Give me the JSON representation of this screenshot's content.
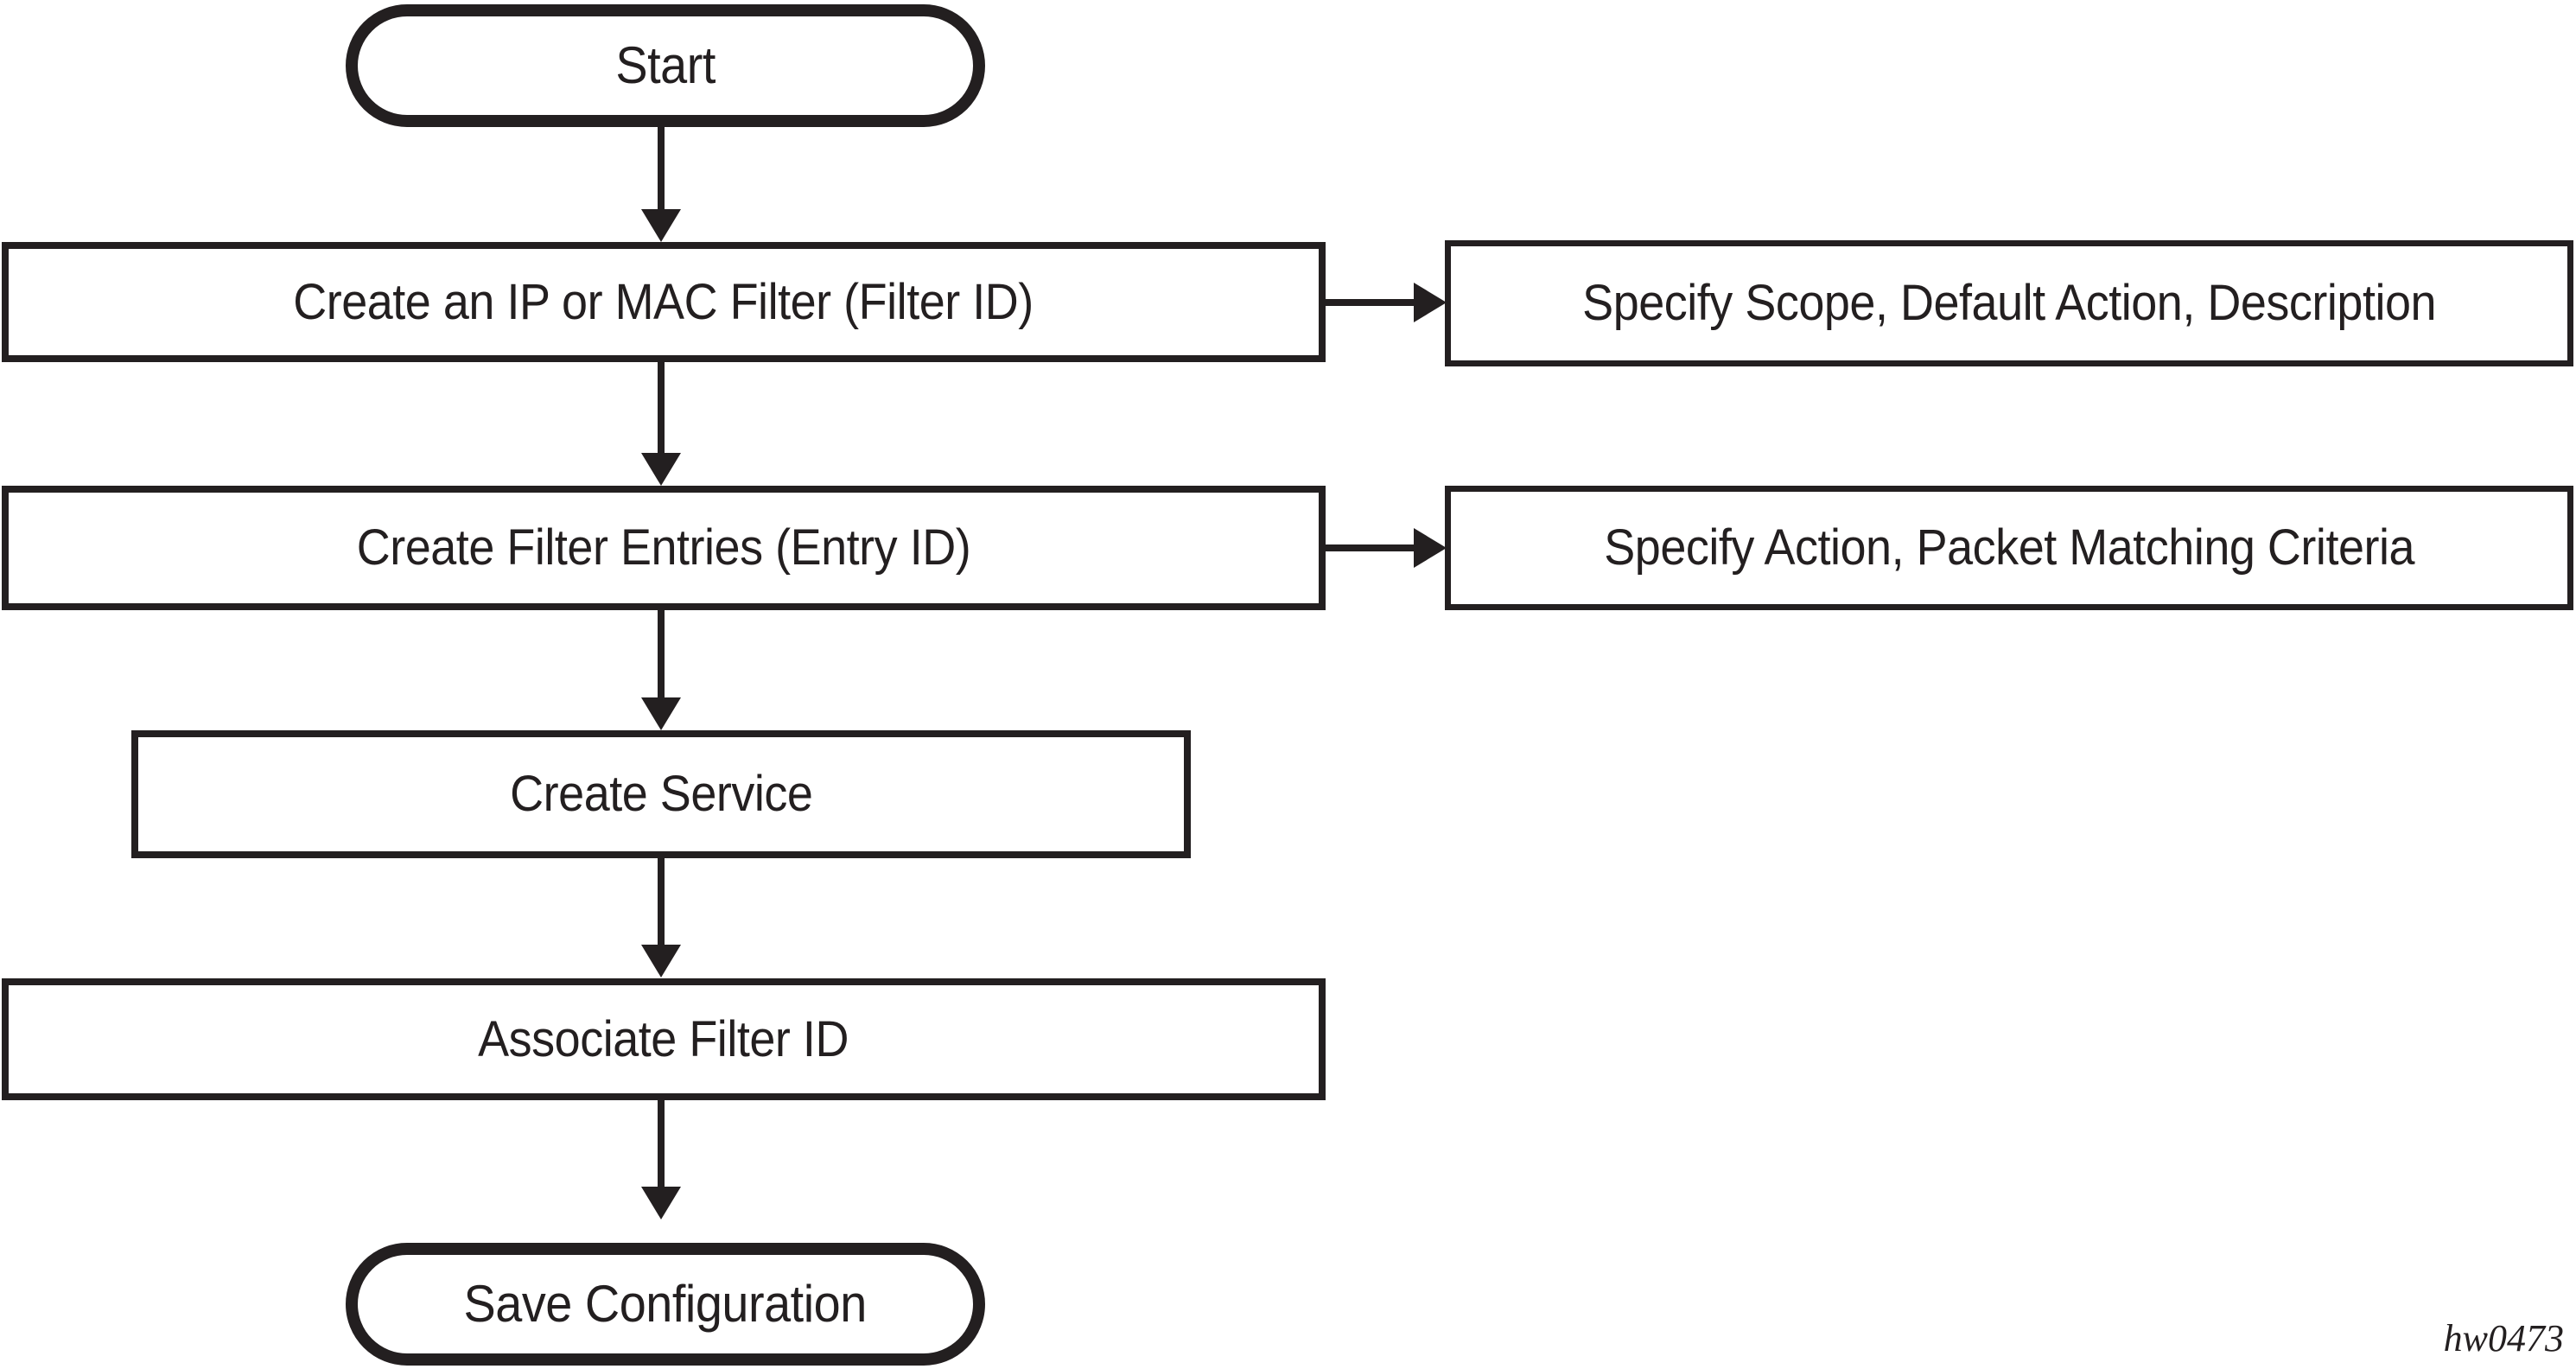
{
  "diagram": {
    "type": "flowchart",
    "caption": "hw0473",
    "colors": {
      "stroke": "#231f20",
      "fill": "#ffffff",
      "background": "#ffffff"
    },
    "nodes": {
      "start": {
        "label": "Start",
        "shape": "terminator"
      },
      "create_filter": {
        "label": "Create an IP or MAC Filter (Filter ID)",
        "shape": "process"
      },
      "specify_scope": {
        "label": "Specify Scope, Default Action, Description",
        "shape": "process"
      },
      "create_entries": {
        "label": "Create Filter Entries (Entry ID)",
        "shape": "process"
      },
      "specify_action": {
        "label": "Specify Action, Packet Matching Criteria",
        "shape": "process"
      },
      "create_service": {
        "label": "Create Service",
        "shape": "process"
      },
      "associate_filter": {
        "label": "Associate Filter ID",
        "shape": "process"
      },
      "save_config": {
        "label": "Save Configuration",
        "shape": "terminator"
      }
    },
    "edges": [
      {
        "from": "start",
        "to": "create_filter",
        "direction": "down"
      },
      {
        "from": "create_filter",
        "to": "specify_scope",
        "direction": "right"
      },
      {
        "from": "create_filter",
        "to": "create_entries",
        "direction": "down"
      },
      {
        "from": "create_entries",
        "to": "specify_action",
        "direction": "right"
      },
      {
        "from": "create_entries",
        "to": "create_service",
        "direction": "down"
      },
      {
        "from": "create_service",
        "to": "associate_filter",
        "direction": "down"
      },
      {
        "from": "associate_filter",
        "to": "save_config",
        "direction": "down"
      }
    ]
  }
}
